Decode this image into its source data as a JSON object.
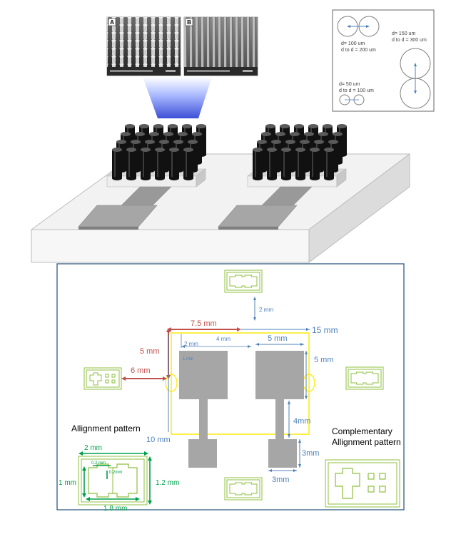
{
  "sem_images": {
    "a_label": "A",
    "b_label": "B"
  },
  "inset": {
    "l1": "d= 100 um",
    "l2": "d to d = 200 um",
    "l3": "d= 150 um",
    "l4": "d to d = 300 um",
    "l5": "d= 50 um",
    "l6": "d to d = 100 um"
  },
  "dims": {
    "d_7_5mm": "7.5 mm",
    "d_15mm": "15 mm",
    "d_5mm_left": "5 mm",
    "d_2mm_inner": "2 mm",
    "d_4mm_inner": "4 mm",
    "d_1mm_inner": "1 mm",
    "d_5mm_top": "5 mm",
    "d_5mm_right": "5 mm",
    "d_6mm": "6 mm",
    "d_2mm_top": "2 mm",
    "d_10mm": "10 mm",
    "d_4mm": "4mm",
    "d_3mm_v": "3mm",
    "d_3mm_h": "3mm"
  },
  "captions": {
    "alignment": "Allignment pattern",
    "complementary_1": "Complementary",
    "complementary_2": "Allignment pattern"
  },
  "detail": {
    "d_2mm": "2 mm",
    "d_0_2mm_a": "0.2 mm",
    "d_0_2mm_b": "0.2mm",
    "d_1mm": "1 mm",
    "d_1_2mm": "1.2 mm",
    "d_1_8mm": "1.8 mm"
  },
  "colors": {
    "red_dim": "#c0504d",
    "blue_dim": "#4f81bd",
    "green_dim": "#00a04a",
    "yellow": "#ffeb1a",
    "pad_gray": "#a6a6a6",
    "pattern_green": "#8fbf3f"
  }
}
